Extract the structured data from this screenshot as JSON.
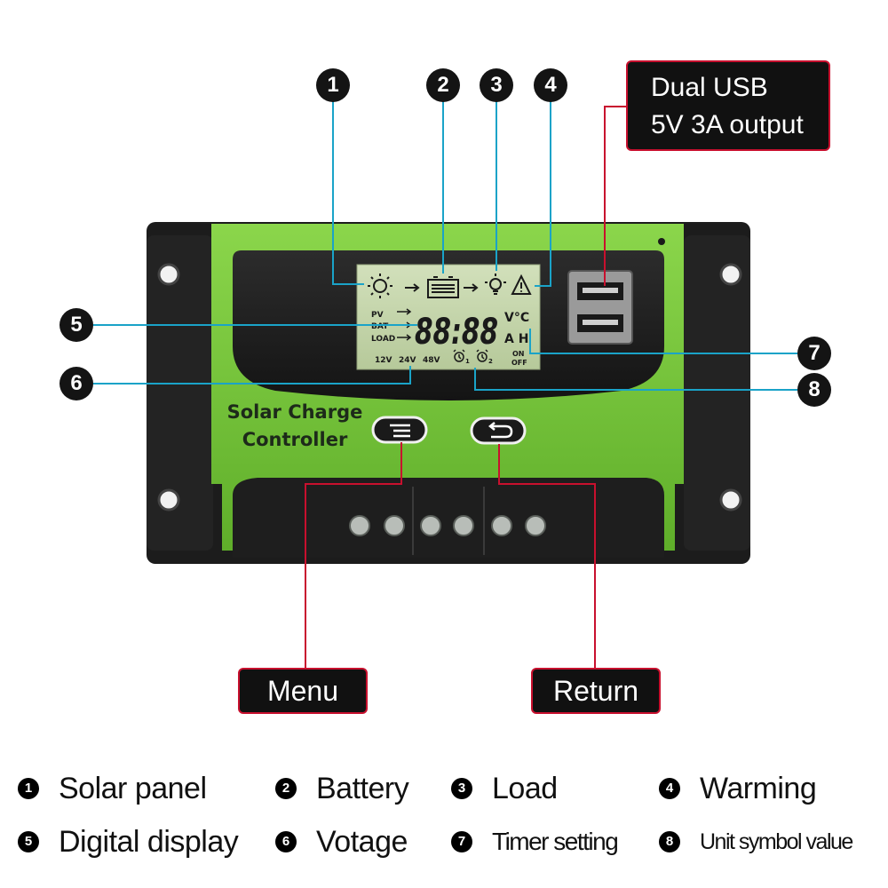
{
  "callouts": {
    "usb_line1": "Dual USB",
    "usb_line2": "5V 3A output",
    "menu": "Menu",
    "return": "Return"
  },
  "markers": [
    "1",
    "2",
    "3",
    "4",
    "5",
    "6",
    "7",
    "8"
  ],
  "device": {
    "label_line1": "Solar Charge",
    "label_line2": "Controller",
    "lcd": {
      "pv": "PV",
      "bat": "BAT",
      "load": "LOAD",
      "digits": "88:88",
      "unit_temp": "V°C",
      "unit_ah": "A H",
      "v12": "12V",
      "v24": "24V",
      "v48": "48V",
      "timer1_sub": "1",
      "timer2_sub": "2",
      "on": "ON",
      "off": "OFF"
    }
  },
  "legend": [
    {
      "num": "1",
      "text": "Solar panel"
    },
    {
      "num": "2",
      "text": "Battery"
    },
    {
      "num": "3",
      "text": "Load"
    },
    {
      "num": "4",
      "text": "Warming"
    },
    {
      "num": "5",
      "text": "Digital display"
    },
    {
      "num": "6",
      "text": "Votage"
    },
    {
      "num": "7",
      "text": "Timer setting"
    },
    {
      "num": "8",
      "text": "Unit symbol value"
    }
  ],
  "colors": {
    "green_body": "#7ac943",
    "black_body": "#1b1b1b",
    "lcd_bg": "#c5d6ad",
    "leader_blue": "#1aa3c8",
    "leader_red": "#c8102e"
  }
}
